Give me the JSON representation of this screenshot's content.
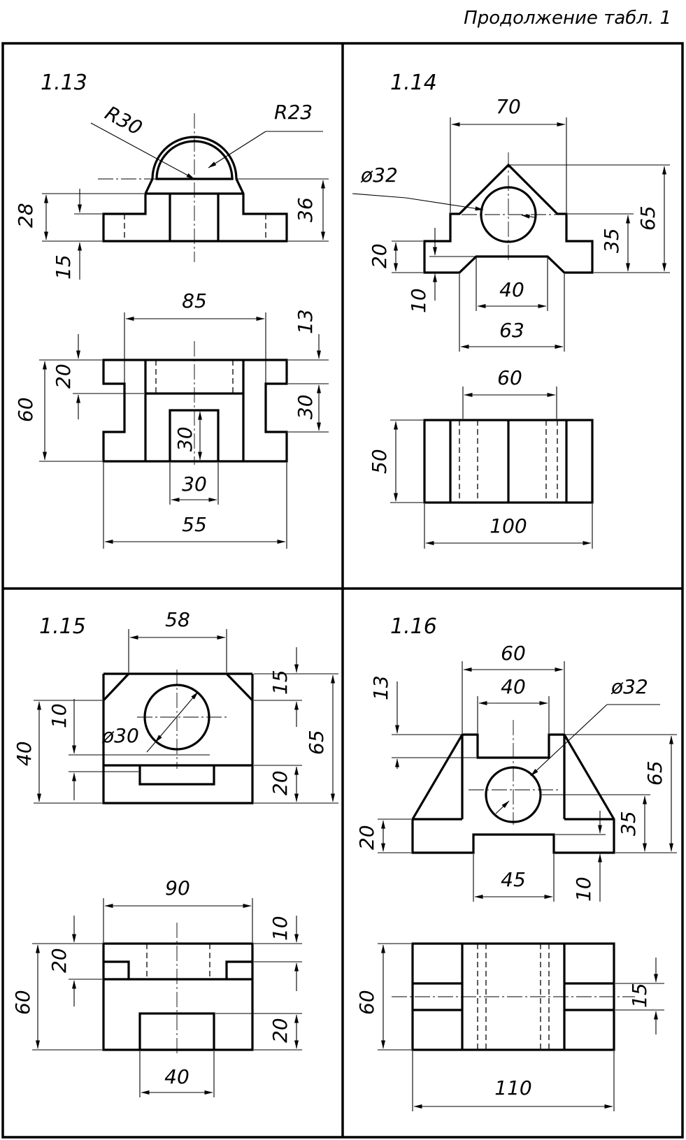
{
  "header": {
    "title": "Продолжение табл. 1"
  },
  "panels": [
    {
      "label": "1.13",
      "dims": {
        "r30": "R30",
        "r23": "R23",
        "d28": "28",
        "d36": "36",
        "d15": "15",
        "d85": "85",
        "d13": "13",
        "d20": "20",
        "d60": "60",
        "d30r": "30",
        "d30c": "30",
        "d30b": "30",
        "d55": "55"
      }
    },
    {
      "label": "1.14",
      "dims": {
        "d70": "70",
        "dia32": "ø32",
        "d65": "65",
        "d35": "35",
        "d20": "20",
        "d10": "10",
        "d40": "40",
        "d63": "63",
        "d60": "60",
        "d50": "50",
        "d100": "100"
      }
    },
    {
      "label": "1.15",
      "dims": {
        "d58": "58",
        "d15": "15",
        "d10": "10",
        "d40": "40",
        "d65": "65",
        "dia30": "ø30",
        "d20": "20",
        "d90": "90",
        "d10b": "10",
        "d20b": "20",
        "d60": "60",
        "d20c": "20",
        "d40b": "40"
      }
    },
    {
      "label": "1.16",
      "dims": {
        "d60": "60",
        "d40": "40",
        "dia32": "ø32",
        "d13": "13",
        "d65": "65",
        "d20": "20",
        "d35": "35",
        "d45": "45",
        "d10": "10",
        "d60b": "60",
        "d15": "15",
        "d110": "110"
      }
    }
  ]
}
